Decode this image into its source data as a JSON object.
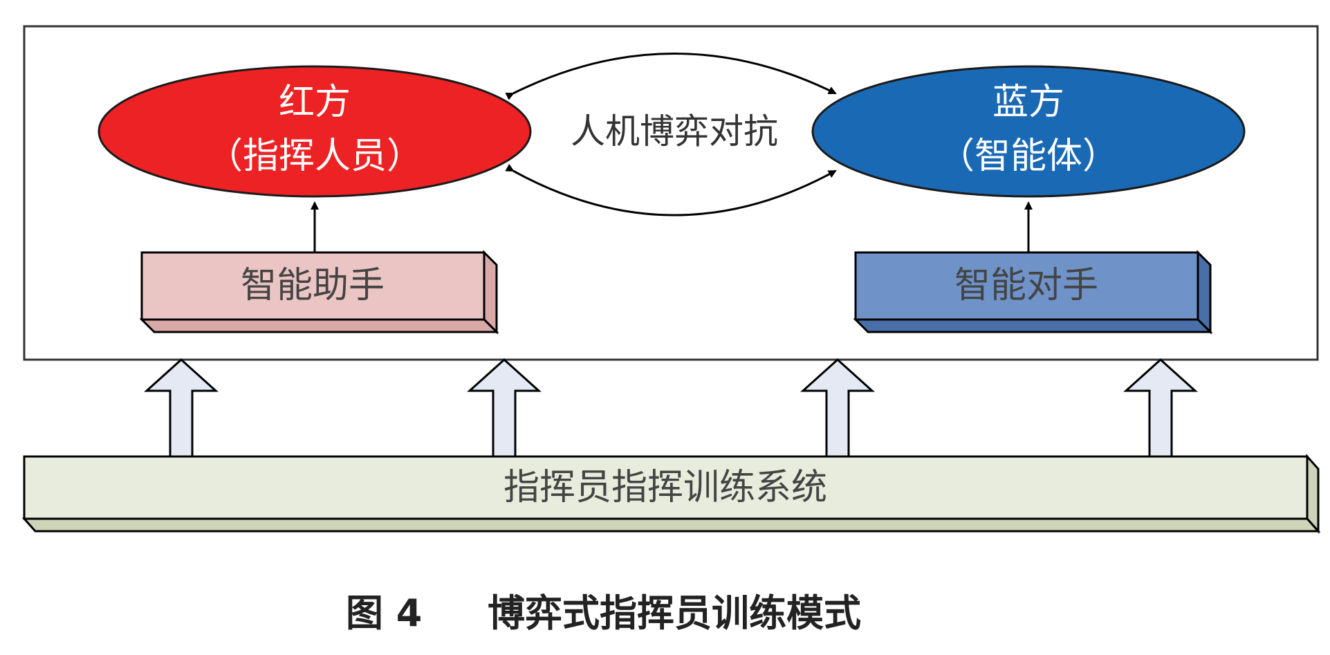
{
  "red_side": {
    "title": "红方",
    "subtitle": "（指挥人员）"
  },
  "blue_side": {
    "title": "蓝方",
    "subtitle": "（智能体）"
  },
  "confrontation_label": "人机博弈对抗",
  "assistant_label": "智能助手",
  "opponent_label": "智能对手",
  "training_system_label": "指挥员指挥训练系统",
  "caption": {
    "figure_number": "图 4",
    "title": "博弈式指挥员训练模式"
  },
  "colors": {
    "red_ellipse": "#ed2224",
    "blue_ellipse": "#1a69b4",
    "assistant_box": "#ebc5c4",
    "assistant_side": "#d9a9a8",
    "opponent_box": "#6f93c9",
    "opponent_side": "#4a6fa8",
    "system_box": "#e8ecdc",
    "system_side": "#cdd4b8",
    "up_arrow_fill": "#e4e9f4"
  }
}
